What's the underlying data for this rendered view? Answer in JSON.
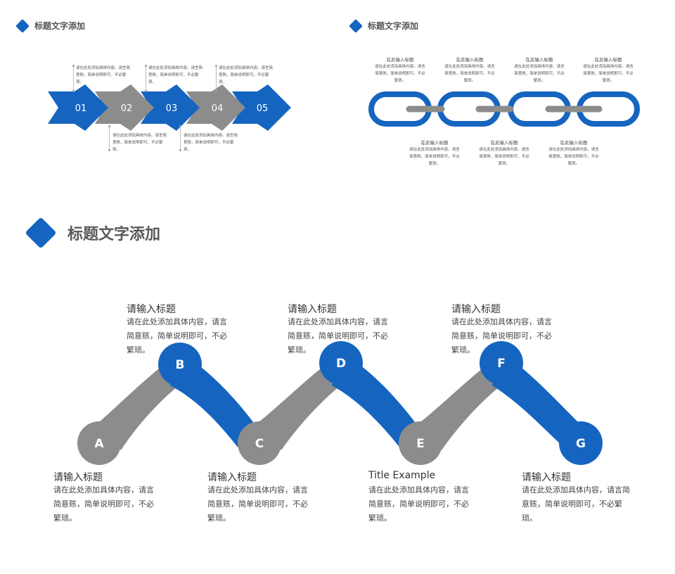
{
  "sections": {
    "top_left_title": "标题文字添加",
    "top_right_title": "标题文字添加",
    "bottom_title": "标题文字添加"
  },
  "arrows": {
    "labels": [
      "01",
      "02",
      "03",
      "04",
      "05"
    ],
    "notes": [
      "请在此处添加具体内容。请言简意赅，简单说明即可，不必繁琐。",
      "请在此处添加具体内容。请言简意赅，简单说明即可，不必繁琐。",
      "请在此处添加具体内容。请言简意赅，简单说明即可，不必繁琐。",
      "请在此处添加具体内容。请言简意赅，简单说明即可，不必繁琐。"
    ]
  },
  "chain": {
    "top_items": [
      {
        "title": "在此输入标题",
        "body": "请在此处添加具体内容。请言简意赅，简单说明即可，不必繁琐。"
      },
      {
        "title": "在此输入标题",
        "body": "请在此处添加具体内容。请言简意赅，简单说明即可，不必繁琐。"
      },
      {
        "title": "在此输入标题",
        "body": "请在此处添加具体内容。请言简意赅，简单说明即可，不必繁琐。"
      },
      {
        "title": "在此输入标题",
        "body": "请在此处添加具体内容。请言简意赅，简单说明即可，不必繁琐。"
      }
    ],
    "bottom_items": [
      {
        "title": "在此输入标题",
        "body": "请在此处添加具体内容。请言简意赅，简单说明即可，不必繁琐。"
      },
      {
        "title": "在此输入标题",
        "body": "请在此处添加具体内容。请言简意赅，简单说明即可，不必繁琐。"
      },
      {
        "title": "在此输入标题",
        "body": "请在此处添加具体内容。请言简意赅，简单说明即可，不必繁琐。"
      }
    ]
  },
  "wave": {
    "nodes": [
      "A",
      "B",
      "C",
      "D",
      "E",
      "F",
      "G"
    ],
    "top_blocks": [
      {
        "title": "请输入标题",
        "body": "请在此处添加具体内容，请言简意赅，简单说明即可，不必繁琐。"
      },
      {
        "title": "请输入标题",
        "body": "请在此处添加具体内容，请言简意赅，简单说明即可，不必繁琐。"
      },
      {
        "title": "请输入标题",
        "body": "请在此处添加具体内容，请言简意赅，简单说明即可，不必繁琐。"
      }
    ],
    "bottom_blocks": [
      {
        "title": "请输入标题",
        "body": "请在此处添加具体内容，请言简意赅，简单说明即可，不必繁琐。"
      },
      {
        "title": "请输入标题",
        "body": "请在此处添加具体内容，请言简意赅，简单说明即可，不必繁琐。"
      },
      {
        "title": "Title Example",
        "body": "请在此处添加具体内容，请言简意赅，简单说明即可，不必繁琐。"
      },
      {
        "title": "请输入标题",
        "body": "请在此处添加具体内容，请言简意赅，简单说明即可，不必繁琐。"
      }
    ]
  },
  "colors": {
    "blue": "#1565c0",
    "gray": "#8c8c8c"
  },
  "icons": [
    "diamond-icon"
  ]
}
